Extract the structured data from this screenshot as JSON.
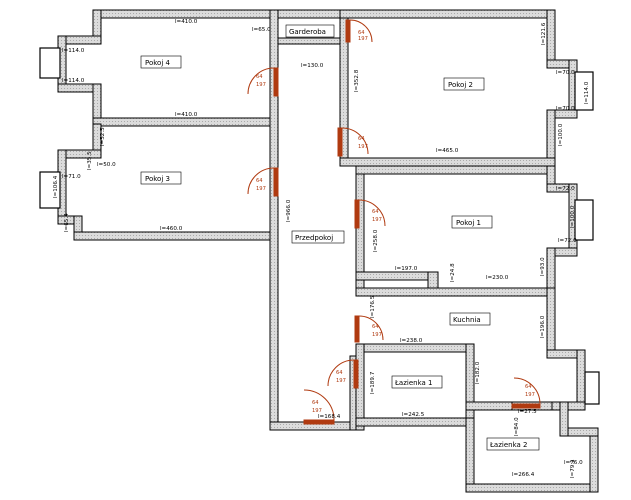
{
  "rooms": {
    "pokoj4": "Pokoj 4",
    "pokoj3": "Pokoj 3",
    "pokoj2": "Pokoj 2",
    "pokoj1": "Pokoj 1",
    "garderoba": "Garderoba",
    "przedpokoj": "Przedpokoj",
    "kuchnia": "Kuchnia",
    "lazienka1": "Łazienka 1",
    "lazienka2": "Łazienka 2"
  },
  "dimensions": {
    "d410_top": "l=410.0",
    "d65": "l=65.0",
    "d114_a": "l=114.0",
    "d114_b": "l=114.0",
    "d410_bot": "l=410.0",
    "d525": "l=52.5",
    "d355": "l=35.5",
    "d500": "l=50.0",
    "d710": "l=71.0",
    "d1064": "l=106.4",
    "d654": "l=65.4",
    "d4600": "l=460.0",
    "d1300": "l=130.0",
    "d3528": "l=352.8",
    "d1216": "l=121.6",
    "d700_a": "l=70.0",
    "d1140": "l=114.0",
    "d700_b": "l=70.0",
    "d1000a": "l=100.0",
    "d4650": "l=465.0",
    "d720_a": "l=72.0",
    "d1000b": "l=100.0",
    "d720_b": "l=72.0",
    "d9660": "l=966.0",
    "d2580": "l=258.0",
    "d1970": "l=197.0",
    "d248": "l=24.8",
    "d2300": "l=230.0",
    "d930": "l=93.0",
    "d1765": "l=176.5",
    "d2380": "l=238.0",
    "d1960": "l=196.0",
    "d1897": "l=189.7",
    "d1820": "l=182.0",
    "d2425": "l=242.5",
    "d1684": "l=168.4",
    "d275": "l=27.5",
    "d840": "l=84.0",
    "d2664": "l=266.4",
    "d760": "l=76.0",
    "d791": "l=79.1"
  },
  "doors": {
    "w": "64",
    "h": "197"
  },
  "colors": {
    "wall_fill": "#d9d9d9",
    "wall_stroke": "#000000",
    "door": "#b03a10",
    "window": "#000000"
  }
}
